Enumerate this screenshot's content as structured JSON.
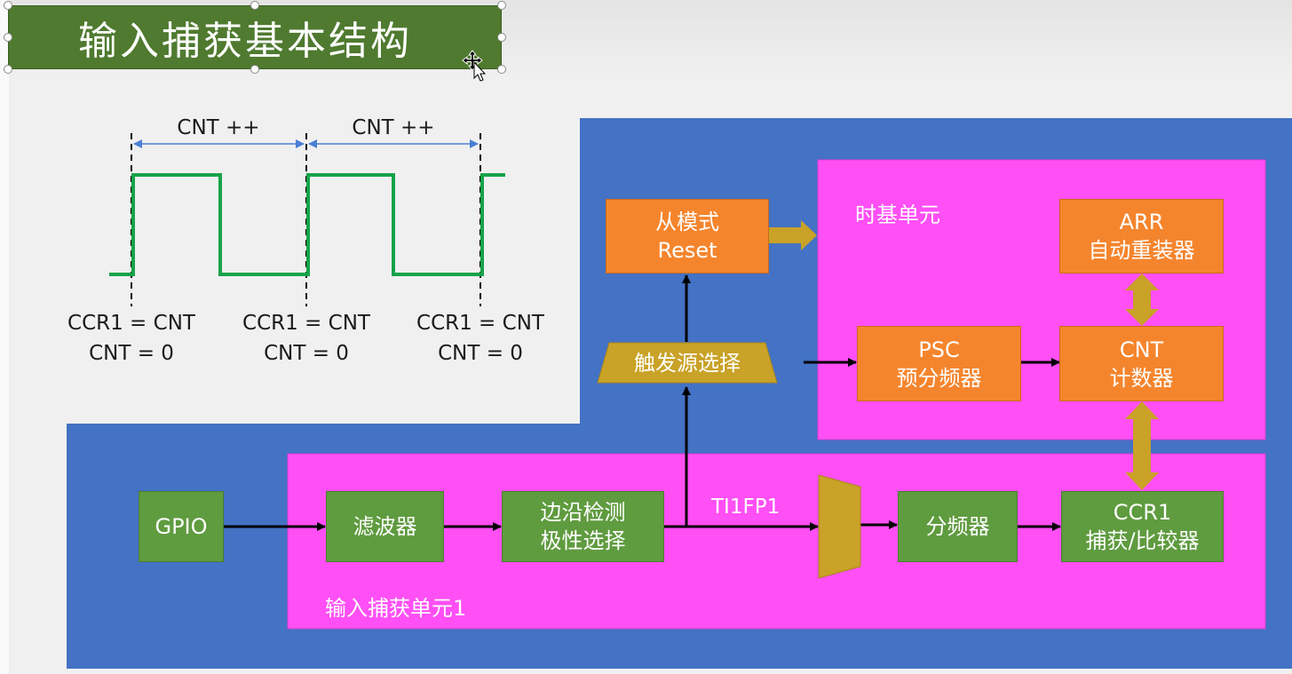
{
  "title": "输入捕获基本结构",
  "waveform": {
    "interval_label": "CNT ++",
    "captures": [
      {
        "line1": "CCR1 = CNT",
        "line2": "CNT = 0"
      },
      {
        "line1": "CCR1 = CNT",
        "line2": "CNT = 0"
      },
      {
        "line1": "CCR1 = CNT",
        "line2": "CNT = 0"
      }
    ]
  },
  "blocks": {
    "slave_mode": {
      "line1": "从模式",
      "line2": "Reset"
    },
    "trigger_select": "触发源选择",
    "time_base_label": "时基单元",
    "arr": {
      "line1": "ARR",
      "line2": "自动重装器"
    },
    "psc": {
      "line1": "PSC",
      "line2": "预分频器"
    },
    "cnt": {
      "line1": "CNT",
      "line2": "计数器"
    },
    "gpio": "GPIO",
    "filter": "滤波器",
    "edge_detect": {
      "line1": "边沿检测",
      "line2": "极性选择"
    },
    "signal_label": "TI1FP1",
    "prescaler": "分频器",
    "ccr1": {
      "line1": "CCR1",
      "line2": "捕获/比较器"
    },
    "input_unit_label": "输入捕获单元1"
  },
  "colors": {
    "title_bg": "#4f7a2f",
    "blue_region": "#4472c4",
    "magenta_region": "#ff4ff5",
    "orange_block": "#f5852d",
    "green_block": "#5f9b3f",
    "mux_gold": "#c9a227",
    "waveform_green": "#16a34a",
    "arrow_blue": "#4a7fd4"
  }
}
